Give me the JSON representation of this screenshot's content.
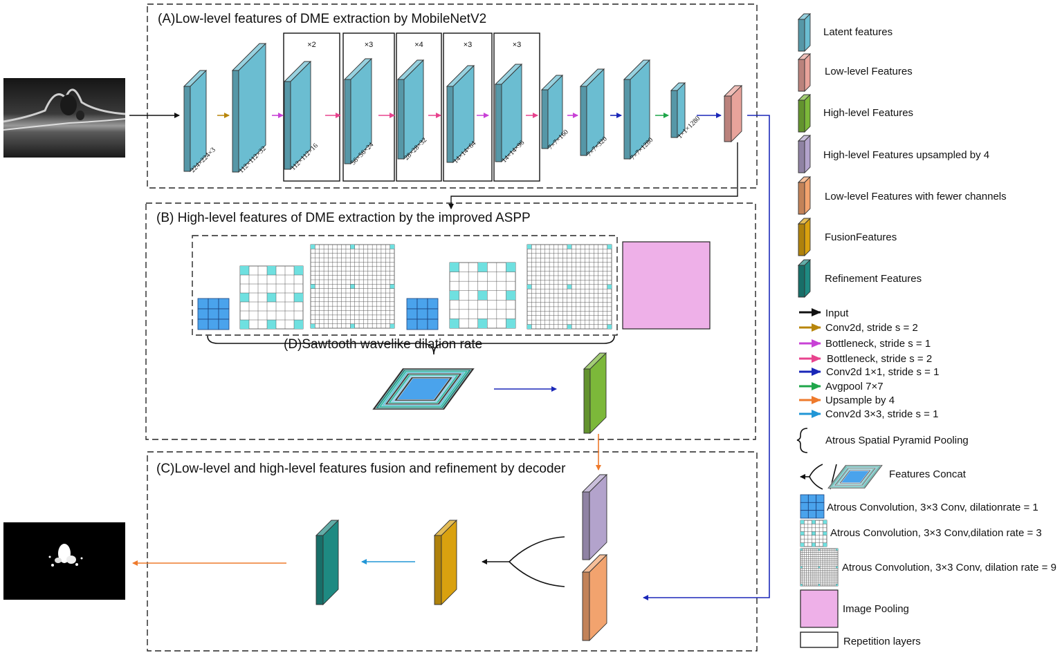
{
  "sections": {
    "a_title": "(A)Low-level features of DME extraction by MobileNetV2",
    "b_title": "(B) High-level features of DME extraction by the improved ASPP",
    "c_title": "(C)Low-level and high-level features fusion and refinement by decoder",
    "d_title": "(D)Sawtooth wavelike dilation rate"
  },
  "blocks": [
    {
      "dim": "224×224×3"
    },
    {
      "dim": "112×112×32"
    },
    {
      "dim": "112×112×16",
      "rep": "×2"
    },
    {
      "dim": "56×56×24",
      "rep": "×3"
    },
    {
      "dim": "28×28×32",
      "rep": "×4"
    },
    {
      "dim": "14×14×64",
      "rep": "×3"
    },
    {
      "dim": "14×14×96",
      "rep": "×3"
    },
    {
      "dim": "7×7×160"
    },
    {
      "dim": "7×7×320"
    },
    {
      "dim": "7×7×1280"
    },
    {
      "dim": "1×1×1280"
    }
  ],
  "legend": {
    "latent": "Latent features",
    "low": "Low-level Features",
    "high": "High-level Features",
    "high_up": "High-level Features upsampled by 4",
    "low_few": "Low-level Features with fewer channels",
    "fusion": "FusionFeatures",
    "refine": "Refinement  Features",
    "arrows": [
      "Input",
      "Conv2d, stride s = 2",
      "Bottleneck, stride s = 1",
      "Bottleneck, stride s = 2",
      "Conv2d 1×1, stride s = 1",
      "Avgpool 7×7",
      "Upsample by 4",
      "Conv2d 3×3, stride s = 1"
    ],
    "aspp": "Atrous Spatial Pyramid Pooling",
    "concat": "Features Concat",
    "atrous1": "Atrous Convolution, 3×3 Conv, dilationrate = 1",
    "atrous3": "Atrous Convolution, 3×3 Conv,dilation rate = 3",
    "atrous9": "Atrous Convolution, 3×3 Conv, dilation rate = 9",
    "pool": "Image Pooling",
    "rep": "Repetition layers"
  },
  "colors": {
    "latent": "#6bbdd1",
    "low": "#e8a39b",
    "high": "#7cb83a",
    "high_up": "#b3a3cc",
    "low_few": "#f2a36e",
    "fusion": "#d9a10f",
    "refine": "#1e8a82",
    "input_arrow": "#111111",
    "conv_s2": "#b8860b",
    "bottleneck_s1": "#c842d6",
    "bottleneck_s2": "#e8438e",
    "conv1x1": "#1a27b8",
    "avgpool": "#1fa64a",
    "upsample": "#ee7a2c",
    "conv3x3": "#2196d6",
    "image_pool": "#eeb0e8",
    "atrous_cell": "#4aa3ec",
    "atrous_dot": "#6fe0e0"
  }
}
